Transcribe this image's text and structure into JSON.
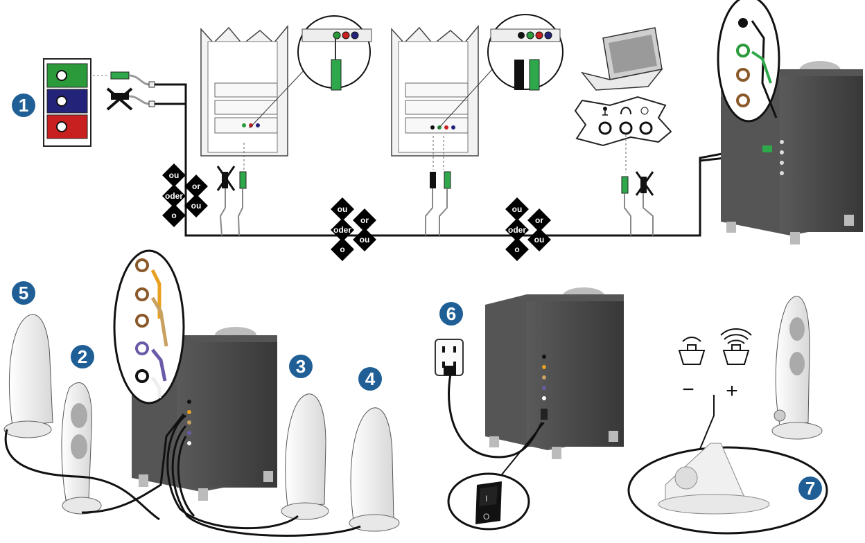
{
  "steps": [
    "1",
    "2",
    "3",
    "4",
    "5",
    "6",
    "7"
  ],
  "alternatives": {
    "top": "ou",
    "left": "oder",
    "right": "or",
    "bottom_left": "o",
    "bottom_right": "ou"
  },
  "volume": {
    "minus": "−",
    "plus": "+"
  },
  "colors": {
    "badge": "#1f5f96",
    "subwoofer": "#4a4a4a",
    "jack_green": "#2a9a3a",
    "jack_blue": "#23237a",
    "jack_red": "#c82020",
    "plug_green": "#2ea84a",
    "cable_orange": "#e8a020",
    "cable_purple": "#6a5aa8"
  },
  "icons": [
    "microphone-icon",
    "headphones-icon",
    "line-in-icon",
    "speaker-icon",
    "power-switch-icon",
    "power-outlet-icon"
  ]
}
